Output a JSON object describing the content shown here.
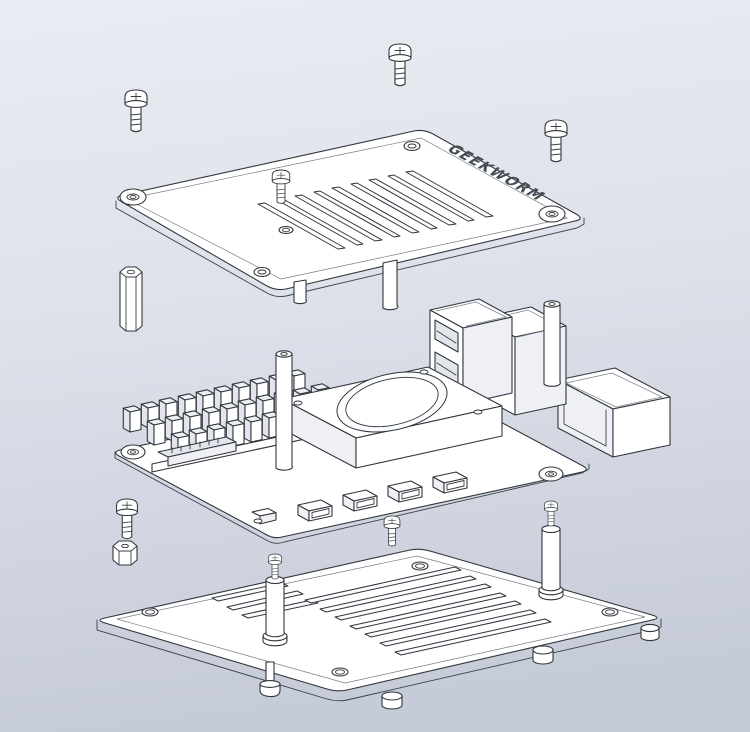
{
  "scene": {
    "type": "CAD exploded-view drawing",
    "subject": "Single-board computer case assembly, isometric exploded view",
    "engraving": "GEEKWORM"
  },
  "colors": {
    "background_top": "#e9ecf2",
    "background_mid": "#dde1ea",
    "background_bottom": "#c6cbd8",
    "line": "#31363c",
    "surface": "#ffffff",
    "shade": "#eef0f5"
  },
  "parts": [
    "pan-head-screw-top-center",
    "pan-head-screw-top-left",
    "pan-head-screw-top-right",
    "fan-screw-on-top-plate",
    "vented-top-plate",
    "hex-standoff-upper-left",
    "board-assembly-with-heatsink-fan-shroud-usb-ethernet",
    "pan-head-screw-lower-left",
    "hex-standoff-lower-left",
    "post-screws",
    "vented-bottom-plate-with-posts-and-feet"
  ]
}
